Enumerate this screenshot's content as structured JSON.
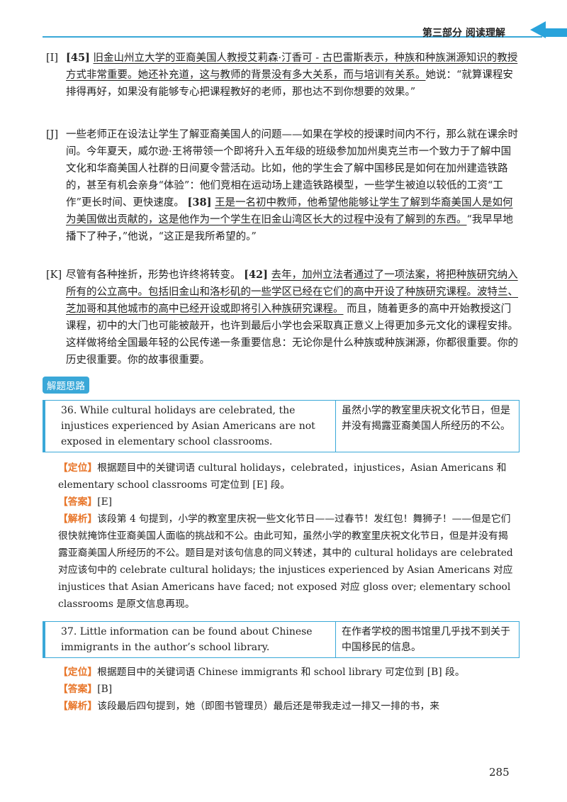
{
  "header": {
    "section_title": "第三部分  阅读理解",
    "accent_color": "#29a3db"
  },
  "paragraphs": {
    "I": {
      "label": "[I]",
      "num": "[45]",
      "u1": "旧金山州立大学的亚裔美国人教授艾莉森·汀香可 - 古巴雷斯表示，种族和种族渊源知识的教授方式非常重要。她还补充道，这与教师的背景没有多大关系，而与培训有关系。",
      "rest": "她说：“就算课程安排得再好，如果没有能够专心把课程教好的老师，那也达不到你想要的效果。”"
    },
    "J": {
      "label": "[J]",
      "t1": "一些老师正在设法让学生了解亚裔美国人的问题——如果在学校的授课时间内不行，那么就在课余时间。今年夏天，威尔逊·王将带领一个即将升入五年级的班级参加加州奥克兰市一个致力于了解中国文化和华裔美国人社群的日间夏令营活动。比如，他的学生会了解中国移民是如何在加州建造铁路的，甚至有机会亲身“体验”：他们竞相在运动场上建造铁路模型，一些学生被迫以较低的工资“工作”更长时间、更快速度。",
      "num": "[38]",
      "u1": "王是一名初中教师，他希望他能够让学生了解到华裔美国人是如何为美国做出贡献的，这是他作为一个学生在旧金山湾区长大的过程中没有了解到的东西。",
      "rest": "“我早早地播下了种子，”他说，“这正是我所希望的。”"
    },
    "K": {
      "label": "[K]",
      "t1": "尽管有各种挫折，形势也许终将转变。",
      "num": "[42]",
      "u1": "去年，加州立法者通过了一项法案，将把种族研究纳入所有的公立高中。包括旧金山和洛杉矶的一些学区已经在它们的高中开设了种族研究课程。波特兰、芝加哥和其他城市的高中已经开设或即将引入种族研究课程。",
      "rest": "而且，随着更多的高中开始教授这门课程，初中的大门也可能被敲开，也许到最后小学也会采取真正意义上得更加多元文化的课程安排。这样做将给全国最年轻的公民传递一条重要信息：无论你是什么种族或种族渊源，你都很重要。你的历史很重要。你的故事很重要。"
    }
  },
  "solution_tag": "解题思路",
  "questions": [
    {
      "en": "36. While cultural holidays are celebrated, the injustices experienced by Asian Americans are not exposed in elementary school classrooms.",
      "zh": "虽然小学的教室里庆祝文化节日，但是并没有揭露亚裔美国人所经历的不公。",
      "locate_key": "【定位】",
      "locate": "根据题目中的关键词语 cultural holidays，celebrated，injustices，Asian Americans 和 elementary school classrooms 可定位到 [E] 段。",
      "answer_key": "【答案】",
      "answer": "[E]",
      "analysis_key": "【解析】",
      "analysis": "该段第 4 句提到，小学的教室里庆祝一些文化节日——过春节！发红包！舞狮子！——但是它们很快就掩饰住亚裔美国人面临的挑战和不公。由此可知，虽然小学的教室里庆祝文化节日，但是并没有揭露亚裔美国人所经历的不公。题目是对该句信息的同义转述，其中的 cultural holidays are celebrated 对应该句中的 celebrate cultural holidays; the injustices experienced by Asian Americans 对应 injustices that Asian Americans have faced; not exposed 对应 gloss over; elementary school classrooms 是原文信息再现。"
    },
    {
      "en": "37. Little information can be found about Chinese immigrants in the author’s school library.",
      "zh": "在作者学校的图书馆里几乎找不到关于中国移民的信息。",
      "locate_key": "【定位】",
      "locate": "根据题目中的关键词语 Chinese immigrants 和 school library 可定位到 [B] 段。",
      "answer_key": "【答案】",
      "answer": "[B]",
      "analysis_key": "【解析】",
      "analysis": "该段最后四句提到，她（即图书管理员）最后还是带我走过一排又一排的书，来"
    }
  ],
  "page_number": "285"
}
